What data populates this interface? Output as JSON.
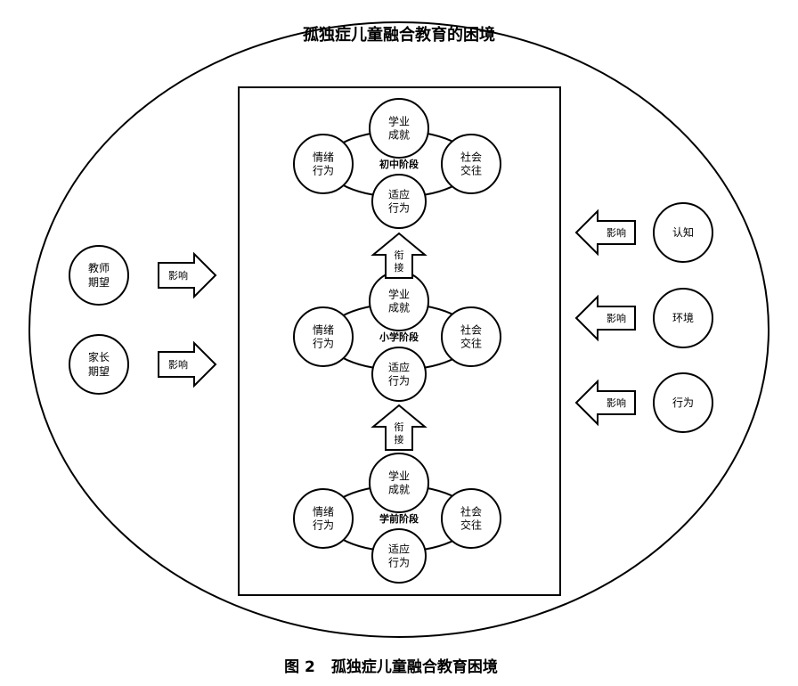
{
  "outer_title": "孤独症儿童融合教育的困境",
  "caption": {
    "figure": "图 2",
    "title": "孤独症儿童融合教育困境"
  },
  "stages": [
    {
      "name": "初中阶段",
      "nodes": {
        "top": [
          "学业",
          "成就"
        ],
        "left": [
          "情绪",
          "行为"
        ],
        "right": [
          "社会",
          "交往"
        ],
        "bottom": [
          "适应",
          "行为"
        ]
      }
    },
    {
      "name": "小学阶段",
      "nodes": {
        "top": [
          "学业",
          "成就"
        ],
        "left": [
          "情绪",
          "行为"
        ],
        "right": [
          "社会",
          "交往"
        ],
        "bottom": [
          "适应",
          "行为"
        ]
      }
    },
    {
      "name": "学前阶段",
      "nodes": {
        "top": [
          "学业",
          "成就"
        ],
        "left": [
          "情绪",
          "行为"
        ],
        "right": [
          "社会",
          "交往"
        ],
        "bottom": [
          "适应",
          "行为"
        ]
      }
    }
  ],
  "connectors": [
    {
      "label": [
        "衔",
        "接"
      ]
    },
    {
      "label": [
        "衔",
        "接"
      ]
    }
  ],
  "left_factors": [
    {
      "label": [
        "教师",
        "期望"
      ],
      "arrow": "影响"
    },
    {
      "label": [
        "家长",
        "期望"
      ],
      "arrow": "影响"
    }
  ],
  "right_factors": [
    {
      "label": [
        "认知"
      ],
      "arrow": "影响"
    },
    {
      "label": [
        "环境"
      ],
      "arrow": "影响"
    },
    {
      "label": [
        "行为"
      ],
      "arrow": "影响"
    }
  ]
}
